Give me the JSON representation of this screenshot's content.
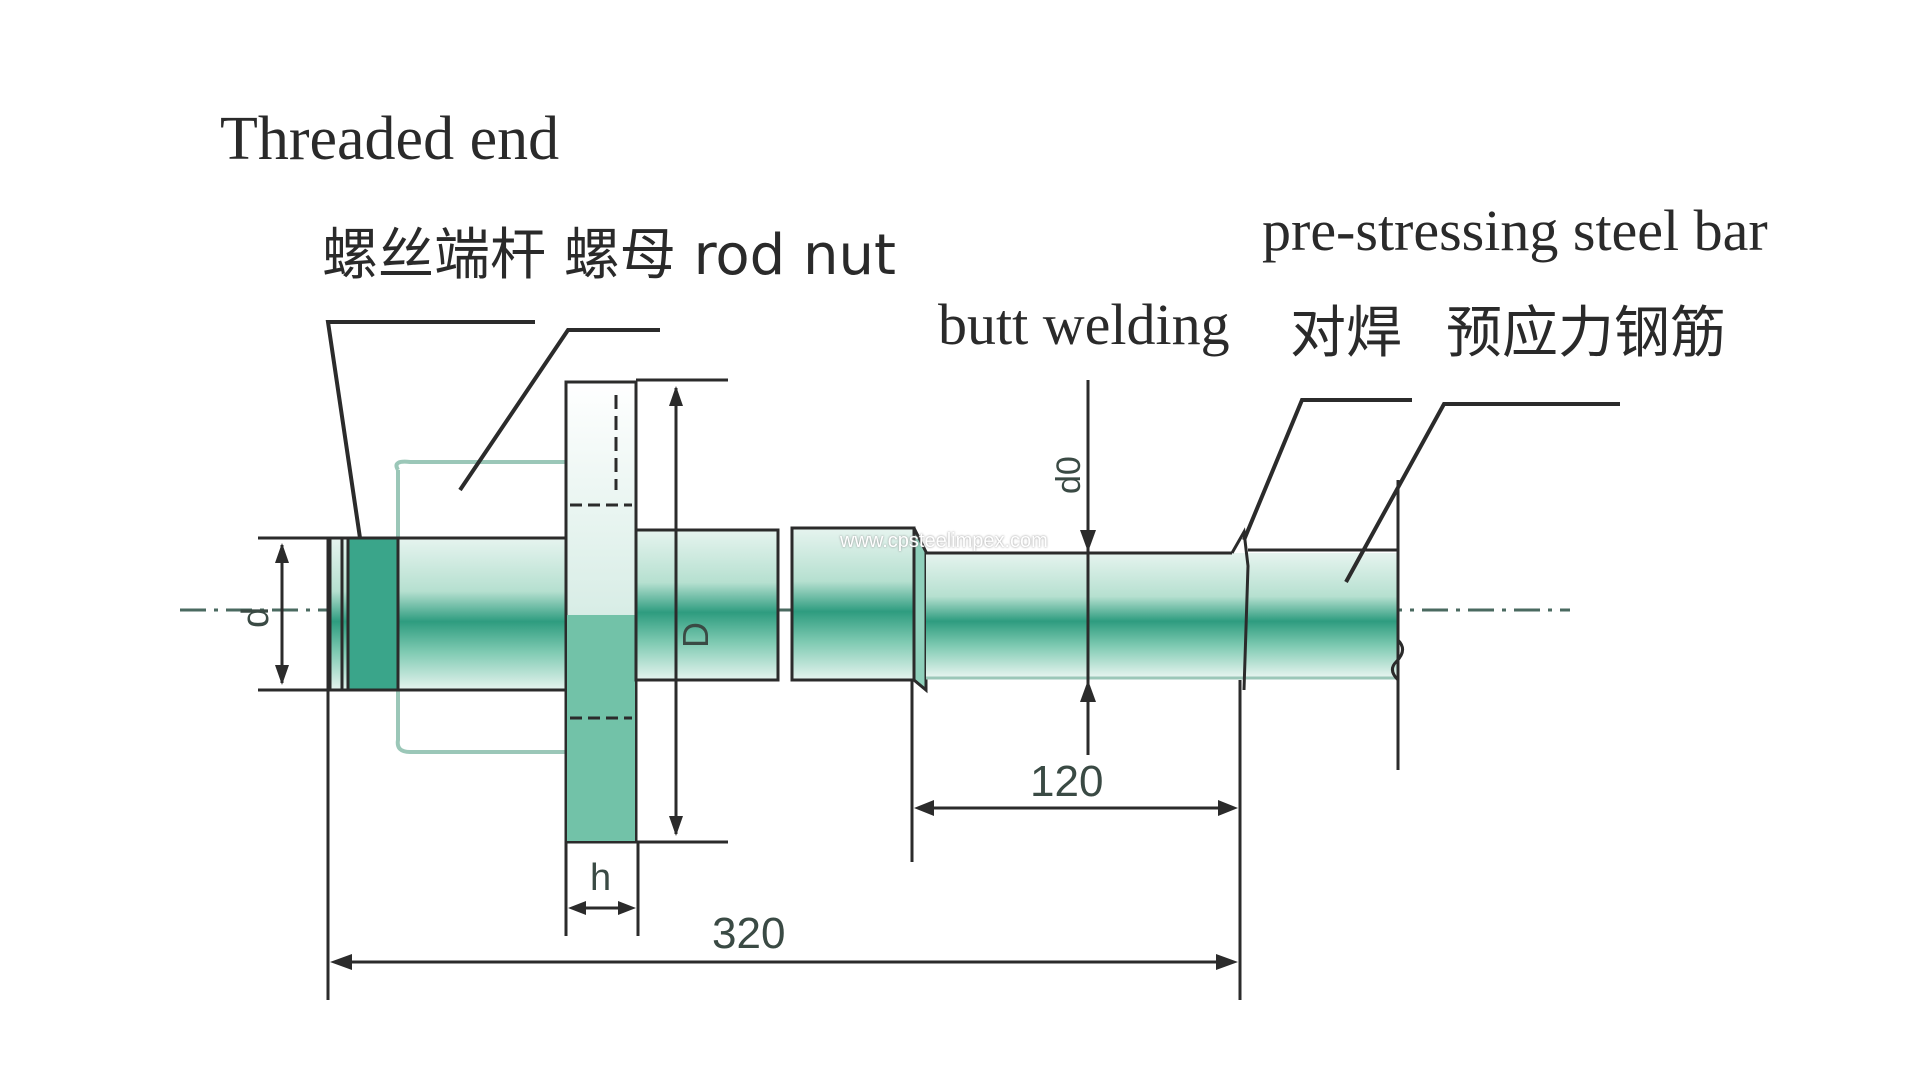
{
  "labels": {
    "threaded_end": "Threaded end",
    "rod_nut": "螺丝端杆  螺母  rod  nut",
    "prestressing_bar": "pre-stressing steel bar",
    "butt_welding": "butt welding",
    "butt_welding_cn": "对焊",
    "prestressing_bar_cn": "预应力钢筋"
  },
  "dimensions": {
    "overall_length": "320",
    "weld_length": "120",
    "nut_height": "h",
    "rod_diameter": "d",
    "nut_diameter": "D",
    "bar_diameter": "d0"
  },
  "watermark": "www.cpsteelimpex.com",
  "colors": {
    "line": "#1f1f1f",
    "rod_fill_dark": "#3aa58a",
    "rod_fill_light": "#e8f5f0",
    "dim_text": "#3a4a44"
  }
}
